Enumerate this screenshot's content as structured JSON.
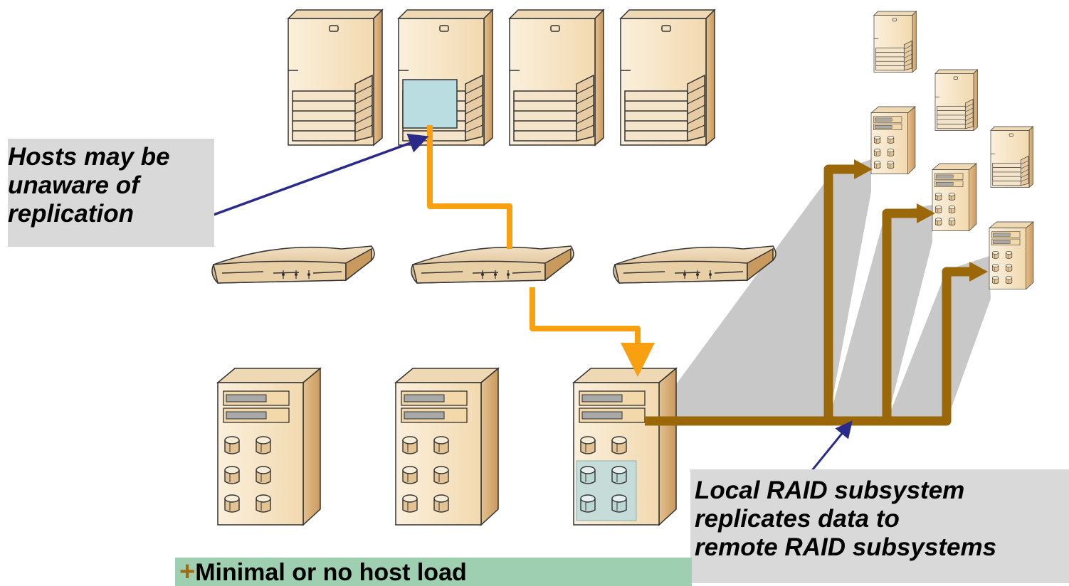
{
  "callouts": {
    "hosts_lines": [
      "Hosts may be",
      "unaware of",
      "replication"
    ],
    "raid_lines": [
      "Local RAID subsystem",
      "replicates data to",
      "remote RAID subsystems"
    ]
  },
  "benefit": {
    "marker": "+",
    "text": "Minimal or no host load"
  },
  "colors": {
    "host_path": "#f8a010",
    "replication_path": "#9a6808",
    "pointer": "#2a2a8a",
    "callout_bg": "#d9d9d9",
    "benefit_bg": "#9fcfb1",
    "device_body": "#f6e2c2",
    "device_side": "#d9b488"
  },
  "icons": {
    "host": "tower-server-icon",
    "switch": "network-switch-icon",
    "storage": "raid-storage-array-icon"
  }
}
